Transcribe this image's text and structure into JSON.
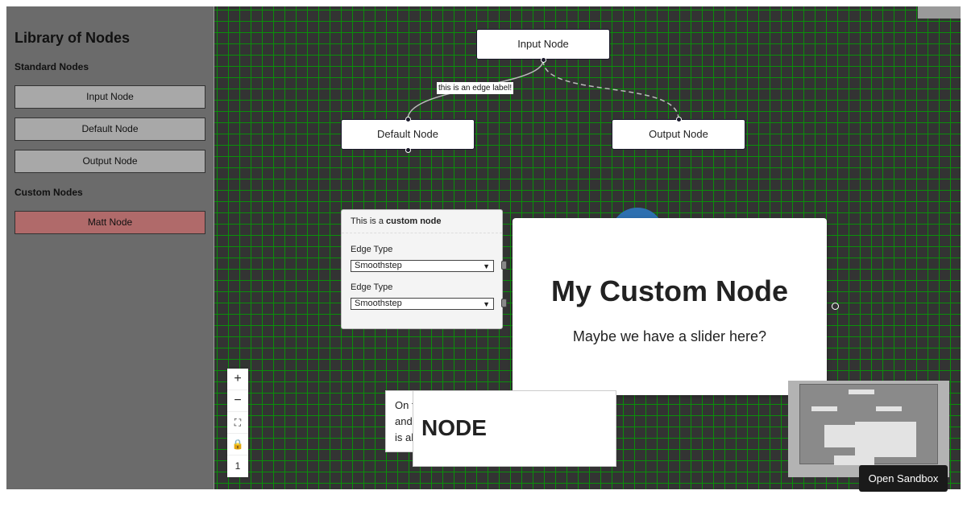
{
  "sidebar": {
    "title": "Library of Nodes",
    "standard_heading": "Standard Nodes",
    "standard_items": [
      "Input Node",
      "Default Node",
      "Output Node"
    ],
    "custom_heading": "Custom Nodes",
    "custom_items": [
      "Matt Node"
    ]
  },
  "flow": {
    "nodes": {
      "input": "Input Node",
      "default": "Default Node",
      "output": "Output Node"
    },
    "edge_label": "this is an edge label!",
    "custom_panel": {
      "prefix": "This is a ",
      "bold": "custom node",
      "edge_type_label_1": "Edge Type",
      "edge_type_value_1": "Smoothstep",
      "edge_type_label_2": "Edge Type",
      "edge_type_value_2": "Smoothstep"
    },
    "big_card": {
      "title": "My Custom Node",
      "subtitle": "Maybe we have a slider here?"
    },
    "text_node": {
      "line1": "On t",
      "line2": "and",
      "line3": "is al"
    },
    "node_card": {
      "title": "NODE"
    }
  },
  "controls": {
    "zoom_in": "+",
    "zoom_out": "−",
    "fit": "⛶",
    "lock": "🔒",
    "level": "1"
  },
  "sandbox_button": "Open Sandbox",
  "colors": {
    "canvas_bg": "#333333",
    "grid": "#0a8f0a",
    "sidebar_bg": "#6b6b6b",
    "custom_button": "#b06a6a",
    "blue_node": "#2d6fb0"
  }
}
